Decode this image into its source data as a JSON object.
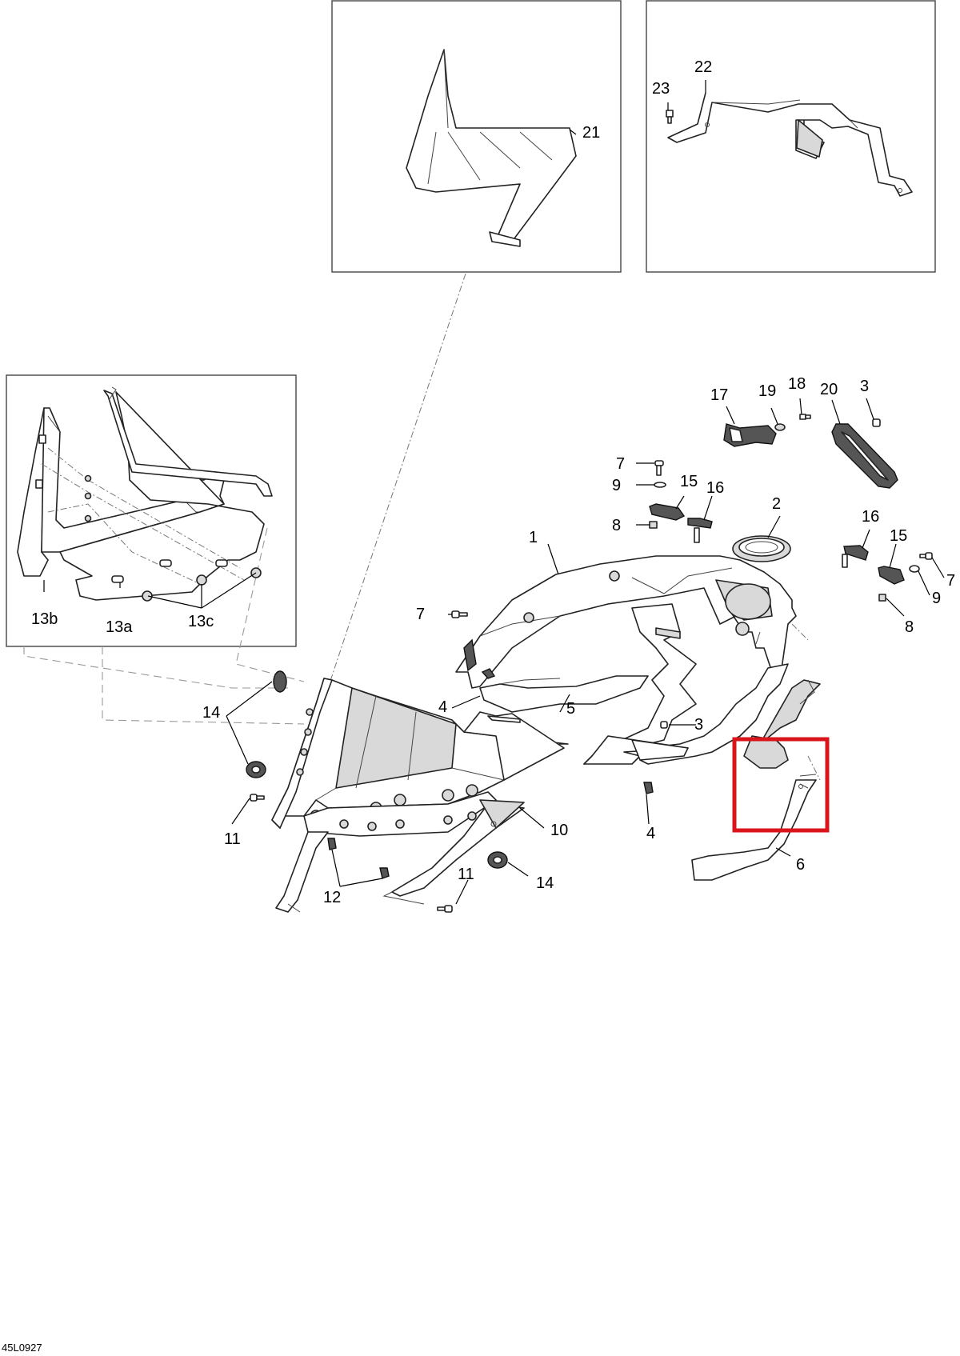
{
  "diagram_code": "45L0927",
  "highlight_color": "#d9151b",
  "labels": {
    "p1": "1",
    "p2": "2",
    "p3a": "3",
    "p3b": "3",
    "p4a": "4",
    "p4b": "4",
    "p5": "5",
    "p6": "6",
    "p7a": "7",
    "p7b": "7",
    "p7c": "7",
    "p8a": "8",
    "p8b": "8",
    "p9a": "9",
    "p9b": "9",
    "p10": "10",
    "p11a": "11",
    "p11b": "11",
    "p12": "12",
    "p13a": "13a",
    "p13b": "13b",
    "p13c": "13c",
    "p14a": "14",
    "p14b": "14",
    "p15a": "15",
    "p15b": "15",
    "p16a": "16",
    "p16b": "16",
    "p17": "17",
    "p18": "18",
    "p19": "19",
    "p20": "20",
    "p21": "21",
    "p22": "22",
    "p23": "23"
  }
}
